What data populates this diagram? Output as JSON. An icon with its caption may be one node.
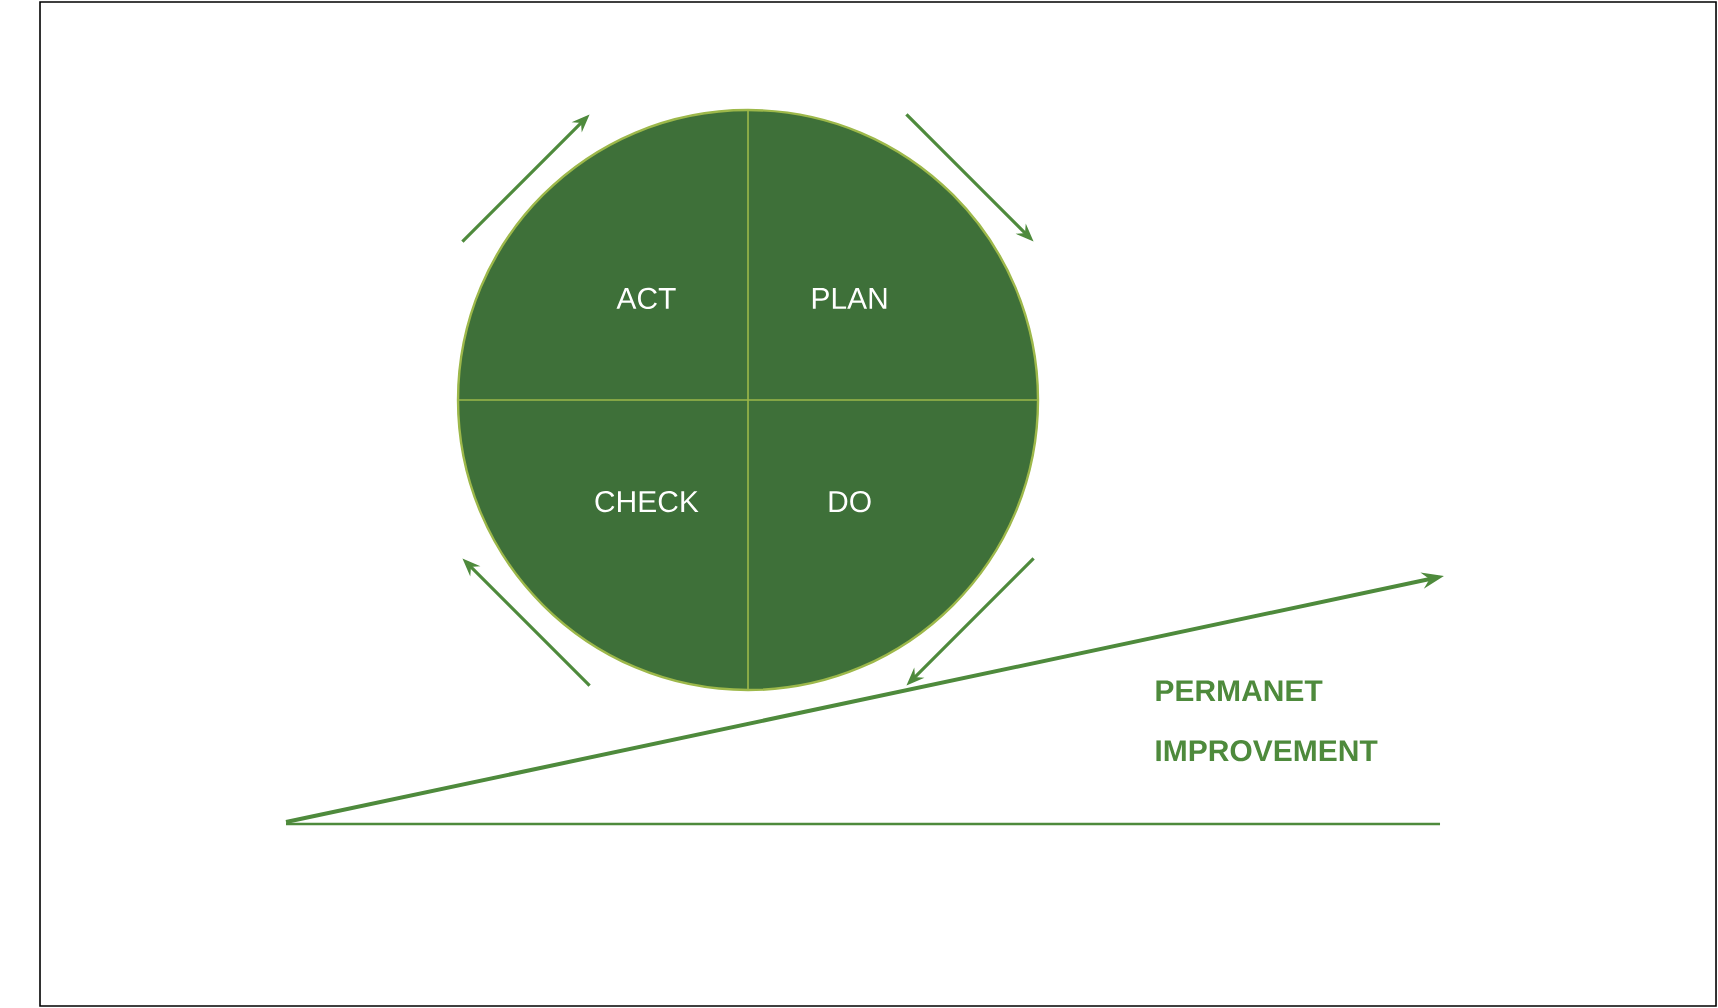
{
  "diagram": {
    "nodes": [
      {
        "text": [
          "ACT"
        ]
      },
      {
        "text": [
          "PLAN"
        ]
      },
      {
        "text": [
          "CHECK"
        ]
      },
      {
        "text": [
          "DO"
        ]
      }
    ],
    "labels": [
      "PERMANET IMPROVEMENT"
    ]
  }
}
